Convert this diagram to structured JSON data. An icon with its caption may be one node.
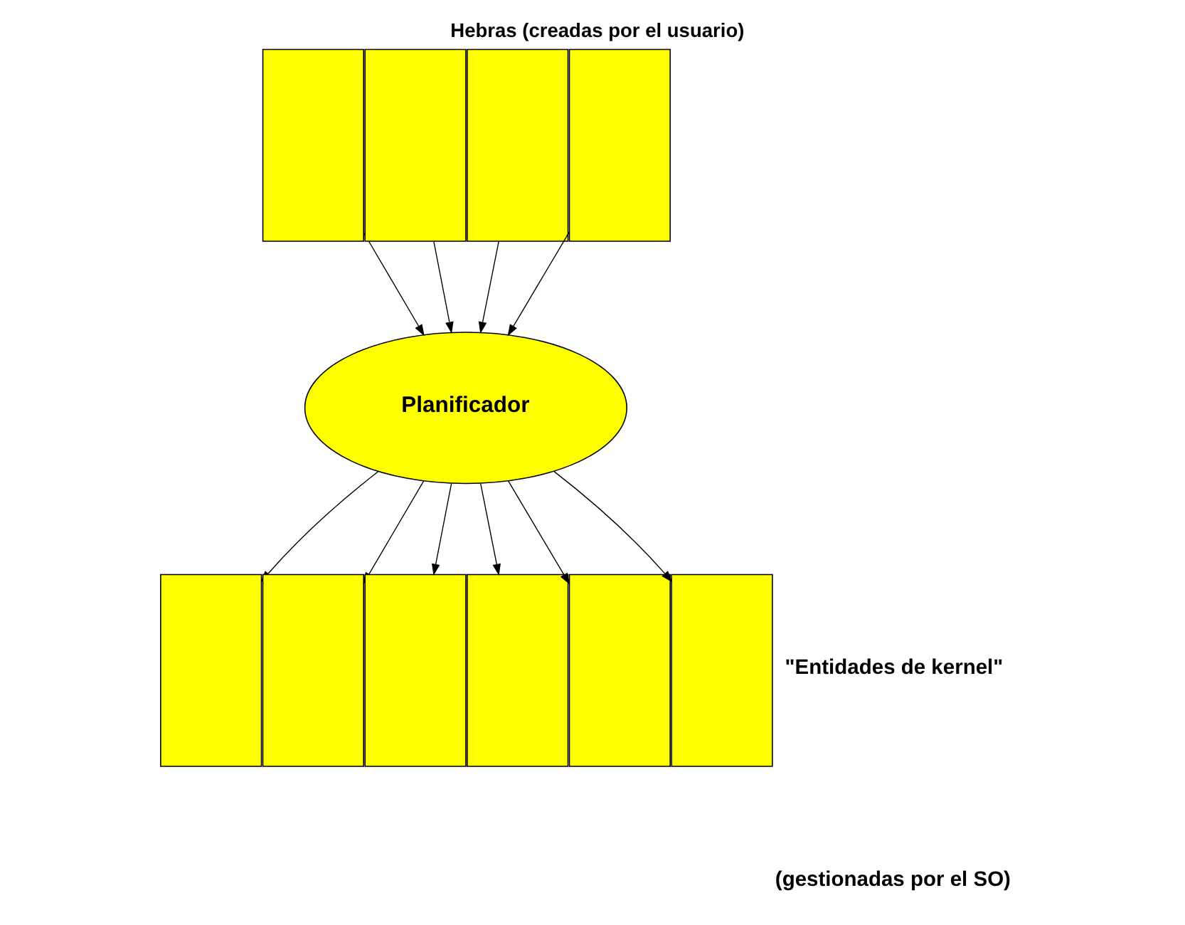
{
  "diagram": {
    "title": "Hebras (creadas por el usuario)",
    "nodes": [
      {
        "text": [],
        "shape": "box"
      },
      {
        "text": [],
        "shape": "box"
      },
      {
        "text": [],
        "shape": "box"
      },
      {
        "text": [],
        "shape": "box"
      },
      {
        "text": [
          "Planificador"
        ]
      },
      {
        "text": [],
        "shape": "box"
      },
      {
        "text": [],
        "shape": "box"
      },
      {
        "text": [],
        "shape": "box"
      },
      {
        "text": [],
        "shape": "box"
      },
      {
        "text": [],
        "shape": "box"
      },
      {
        "text": [],
        "shape": "box"
      }
    ],
    "edges": [
      {
        "from": 0,
        "to": 4,
        "arrow": "to"
      },
      {
        "from": 1,
        "to": 4,
        "arrow": "to"
      },
      {
        "from": 2,
        "to": 4,
        "arrow": "to"
      },
      {
        "from": 3,
        "to": 4,
        "arrow": "to"
      },
      {
        "from": 4,
        "to": 5,
        "arrow": "to"
      },
      {
        "from": 4,
        "to": 6,
        "arrow": "to"
      },
      {
        "from": 4,
        "to": 7,
        "arrow": "to"
      },
      {
        "from": 4,
        "to": 8,
        "arrow": "to"
      },
      {
        "from": 4,
        "to": 9,
        "arrow": "to"
      },
      {
        "from": 4,
        "to": 10,
        "arrow": "to"
      }
    ],
    "labels": [
      "\"Entidades de kernel\"",
      "(gestionadas por el SO)"
    ]
  }
}
